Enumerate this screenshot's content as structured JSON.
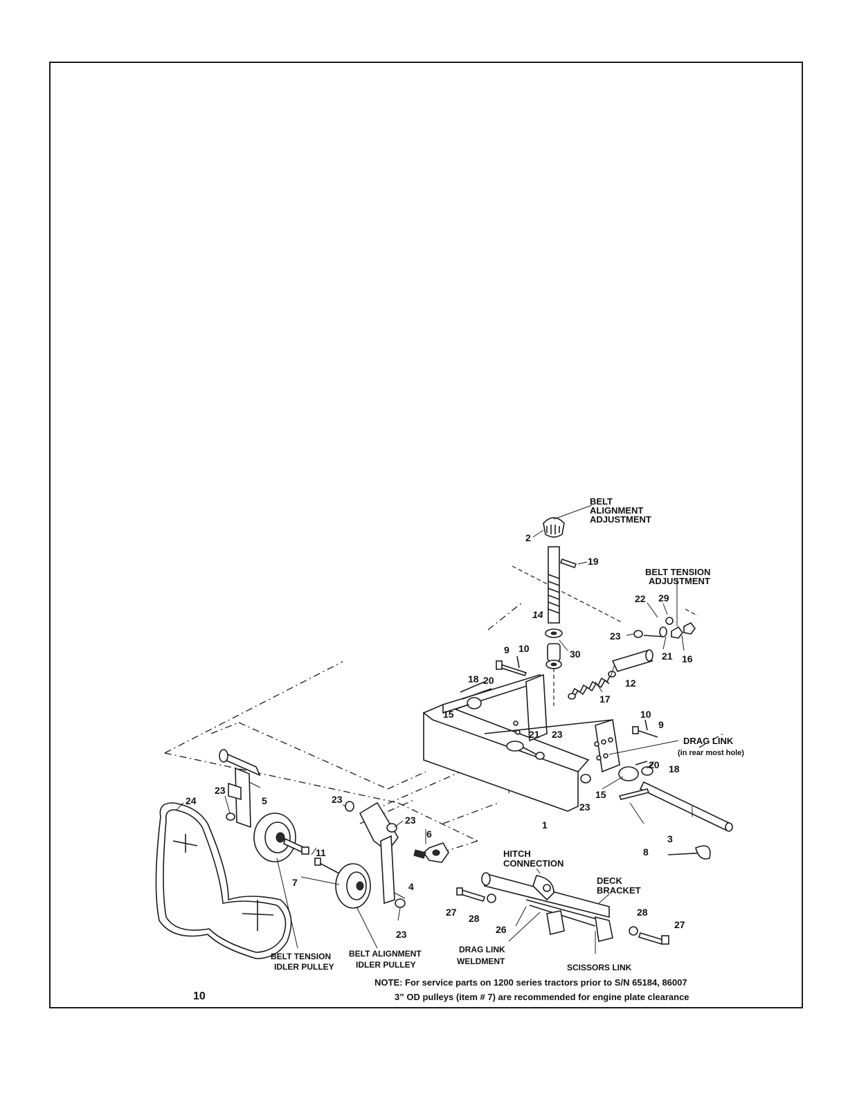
{
  "page_number": "10",
  "captions": {
    "belt_alignment_adjustment": [
      "BELT",
      "ALIGNMENT",
      "ADJUSTMENT"
    ],
    "belt_tension_adjustment": [
      "BELT TENSION",
      "ADJUSTMENT"
    ],
    "drag_link": "DRAG LINK",
    "drag_link_note": "(in rear most hole)",
    "hitch_connection": [
      "HITCH",
      "CONNECTION"
    ],
    "deck_bracket": [
      "DECK",
      "BRACKET"
    ],
    "drag_link_weldment": [
      "DRAG LINK",
      "WELDMENT"
    ],
    "scissors_link": "SCISSORS LINK",
    "belt_tension_idler_pulley": [
      "BELT TENSION",
      "IDLER PULLEY"
    ],
    "belt_alignment_idler_pulley": [
      "BELT ALIGNMENT",
      "IDLER PULLEY"
    ]
  },
  "note": [
    "NOTE: For service parts on 1200 series tractors prior to S/N 65184, 86007",
    "3” OD pulleys (item # 7) are recommended for engine plate clearance"
  ],
  "part_labels": [
    {
      "id": "p2",
      "text": "2"
    },
    {
      "id": "p19",
      "text": "19"
    },
    {
      "id": "p14",
      "text": "14"
    },
    {
      "id": "p22",
      "text": "22"
    },
    {
      "id": "p29",
      "text": "29"
    },
    {
      "id": "p23a",
      "text": "23"
    },
    {
      "id": "p21a",
      "text": "21"
    },
    {
      "id": "p16",
      "text": "16"
    },
    {
      "id": "p9a",
      "text": "9"
    },
    {
      "id": "p10a",
      "text": "10"
    },
    {
      "id": "p30",
      "text": "30"
    },
    {
      "id": "p12",
      "text": "12"
    },
    {
      "id": "p18a",
      "text": "18"
    },
    {
      "id": "p20a",
      "text": "20"
    },
    {
      "id": "p17",
      "text": "17"
    },
    {
      "id": "p15a",
      "text": "15"
    },
    {
      "id": "p10b",
      "text": "10"
    },
    {
      "id": "p9b",
      "text": "9"
    },
    {
      "id": "p21b",
      "text": "21"
    },
    {
      "id": "p23b",
      "text": "23"
    },
    {
      "id": "p20b",
      "text": "20"
    },
    {
      "id": "p18b",
      "text": "18"
    },
    {
      "id": "p15b",
      "text": "15"
    },
    {
      "id": "p23c",
      "text": "23"
    },
    {
      "id": "p1",
      "text": "1"
    },
    {
      "id": "p3",
      "text": "3"
    },
    {
      "id": "p8",
      "text": "8"
    },
    {
      "id": "p24",
      "text": "24"
    },
    {
      "id": "p23d",
      "text": "23"
    },
    {
      "id": "p5",
      "text": "5"
    },
    {
      "id": "p23e",
      "text": "23"
    },
    {
      "id": "p23f",
      "text": "23"
    },
    {
      "id": "p6",
      "text": "6"
    },
    {
      "id": "p11",
      "text": "11"
    },
    {
      "id": "p7",
      "text": "7"
    },
    {
      "id": "p4",
      "text": "4"
    },
    {
      "id": "p23g",
      "text": "23"
    },
    {
      "id": "p27a",
      "text": "27"
    },
    {
      "id": "p28a",
      "text": "28"
    },
    {
      "id": "p26",
      "text": "26"
    },
    {
      "id": "p28b",
      "text": "28"
    },
    {
      "id": "p27b",
      "text": "27"
    }
  ]
}
